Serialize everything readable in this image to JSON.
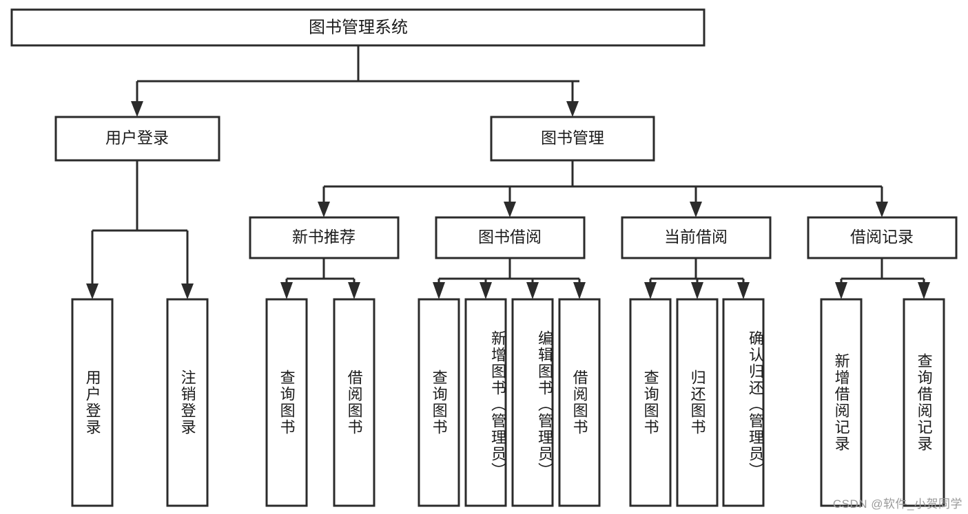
{
  "diagram": {
    "type": "tree",
    "title": "图书管理系统",
    "orientation": "top-down",
    "colors": {
      "stroke": "#2b2b2b",
      "box_fill": "#ffffff",
      "text": "#1b1b1b",
      "background": "#ffffff",
      "watermark": "#9a9a9a"
    },
    "root": {
      "label": "图书管理系统"
    },
    "level1": [
      {
        "label": "用户登录"
      },
      {
        "label": "图书管理"
      }
    ],
    "level2": [
      {
        "label": "新书推荐"
      },
      {
        "label": "图书借阅"
      },
      {
        "label": "当前借阅"
      },
      {
        "label": "借阅记录"
      }
    ],
    "leaves": {
      "user_login": [
        {
          "label": "用户登录"
        },
        {
          "label": "注销登录"
        }
      ],
      "new_book_recommend": [
        {
          "label": "查询图书"
        },
        {
          "label": "借阅图书"
        }
      ],
      "book_borrow": [
        {
          "label": "查询图书"
        },
        {
          "label": "新增图书（管理员）"
        },
        {
          "label": "编辑图书（管理员）"
        },
        {
          "label": "借阅图书"
        }
      ],
      "current_borrow": [
        {
          "label": "查询图书"
        },
        {
          "label": "归还图书"
        },
        {
          "label": "确认归还（管理员）"
        }
      ],
      "borrow_record": [
        {
          "label": "新增借阅记录"
        },
        {
          "label": "查询借阅记录"
        }
      ]
    },
    "watermark": "CSDN @软件_小贺同学"
  }
}
